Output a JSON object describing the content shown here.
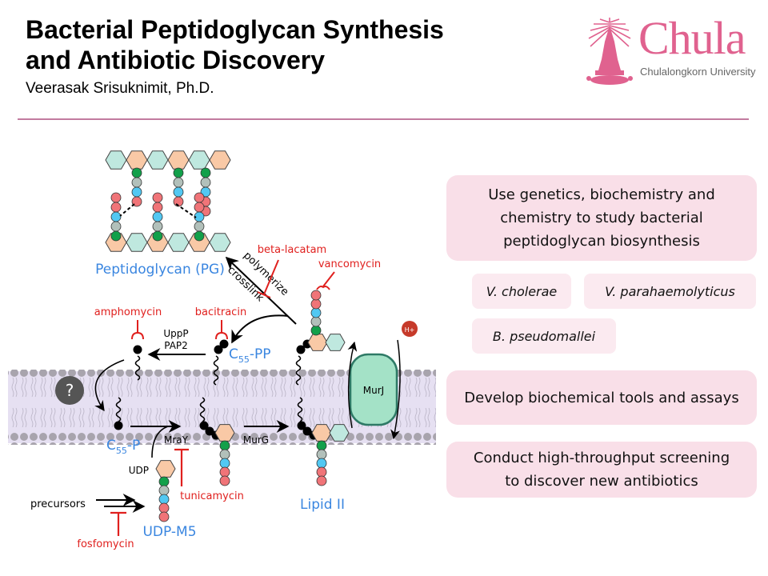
{
  "header": {
    "title_line1": "Bacterial Peptidoglycan Synthesis",
    "title_line2": "and Antibiotic Discovery",
    "author": "Veerasak Srisuknimit, Ph.D."
  },
  "logo": {
    "wordmark": "Chula",
    "subtitle": "Chulalongkorn University",
    "color": "#e0628f"
  },
  "diagram": {
    "labels": {
      "peptidoglycan": "Peptidoglycan (PG)",
      "c55pp": "C55-PP",
      "c55pp_main": "C",
      "c55pp_sub": "55",
      "c55pp_suffix": "-PP",
      "c55p_main": "C",
      "c55p_sub": "55",
      "c55p_suffix": "-P",
      "udp_m5": "UDP-M5",
      "lipid_ii": "Lipid II",
      "udp": "UDP",
      "precursors": "precursors",
      "uppp": "UppP",
      "pap2": "PAP2",
      "mray": "MraY",
      "murg": "MurG",
      "murj": "MurJ",
      "polymerize": "polymerize",
      "crosslink": "crosslink",
      "proton": "H+",
      "unknown": "?"
    },
    "antibiotics": {
      "beta_lactam": "beta-lacatam",
      "vancomycin": "vancomycin",
      "amphomycin": "amphomycin",
      "bacitracin": "bacitracin",
      "tunicamycin": "tunicamycin",
      "fosfomycin": "fosfomycin"
    },
    "colors": {
      "molecule_label": "#3a86e0",
      "antibiotic": "#e0201e",
      "membrane": "#e6e0f2",
      "head": "#a8a4ad",
      "murj": "#a4e2c7",
      "murj_border": "#2e7a66",
      "hex_orange": "#f9c9a6",
      "hex_teal": "#bfe8df",
      "green": "#12a04a",
      "gray": "#b2c0ba",
      "cyan": "#52c8f2",
      "red": "#f07478",
      "proton": "#c63a2a",
      "question": "#555555"
    }
  },
  "research": {
    "goal1": "Use genetics, biochemistry and chemistry to study bacterial peptidoglycan biosynthesis",
    "goal1_lines": [
      "Use genetics, biochemistry and",
      "chemistry to study bacterial",
      "peptidoglycan biosynthesis"
    ],
    "organisms": [
      "V. cholerae",
      "V. parahaemolyticus",
      "B. pseudomallei"
    ],
    "goal2": "Develop biochemical tools and assays",
    "goal3_lines": [
      "Conduct high-throughput screening",
      "to discover new antibiotics"
    ]
  }
}
